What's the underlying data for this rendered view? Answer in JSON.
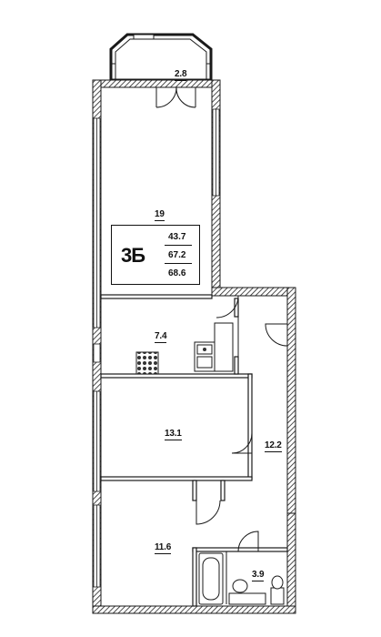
{
  "apartment": {
    "type": "3Б",
    "areas": [
      "43.7",
      "67.2",
      "68.6"
    ]
  },
  "rooms": {
    "bay_balcony": "2.8",
    "living_room": "19",
    "kitchen": "7.4",
    "bedroom_middle": "13.1",
    "hallway": "12.2",
    "bedroom_bottom": "11.6",
    "bathroom": "3.9"
  },
  "colors": {
    "wall": "#1a1a1a",
    "wall_hatch": "#555555",
    "background": "#ffffff"
  }
}
